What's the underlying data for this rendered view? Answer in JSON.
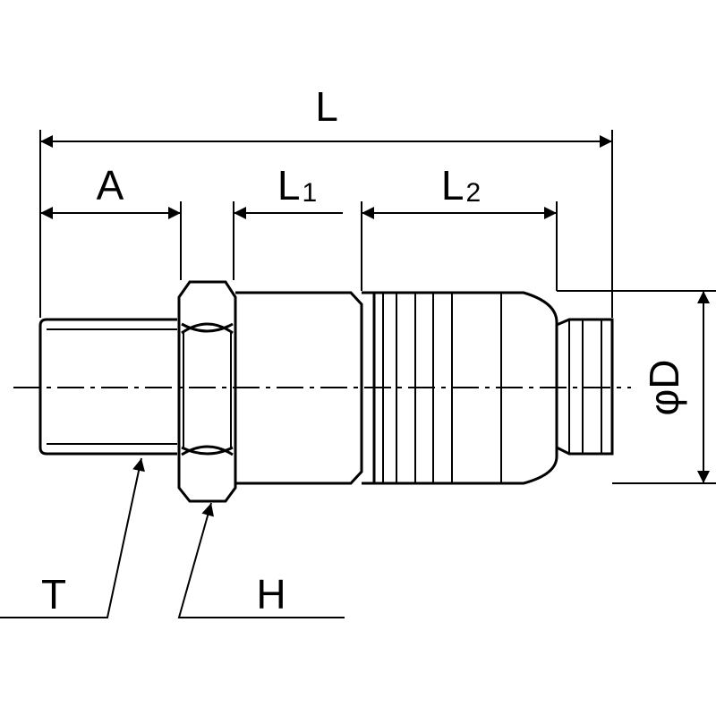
{
  "dimensions": {
    "L": "L",
    "A": "A",
    "L1_main": "L",
    "L1_sub": "1",
    "L2_main": "L",
    "L2_sub": "2",
    "D_prefix": "φ",
    "D": "D"
  },
  "callouts": {
    "T": "T",
    "H": "H"
  }
}
